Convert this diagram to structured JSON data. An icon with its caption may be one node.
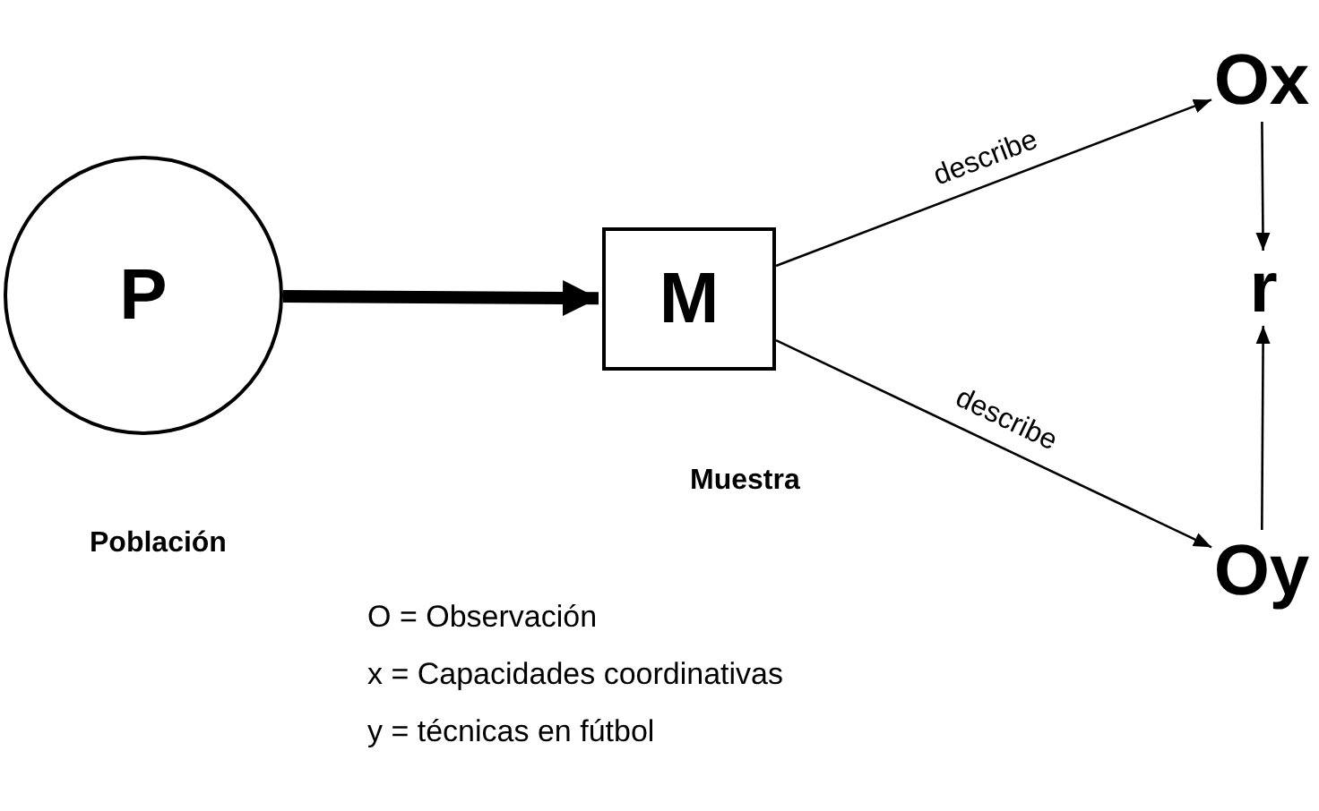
{
  "diagram": {
    "nodes": [
      {
        "text": [
          "P"
        ],
        "beside": [
          "Población"
        ]
      },
      {
        "text": [
          "M"
        ],
        "beside": [
          "Muestra"
        ]
      },
      {
        "text": [
          "Ox"
        ]
      },
      {
        "text": [
          "r"
        ]
      },
      {
        "text": [
          "Oy"
        ]
      }
    ],
    "edges": [
      {
        "from": 0,
        "to": 1,
        "arrow": "to",
        "style": "thick"
      },
      {
        "from": 1,
        "to": 2,
        "arrow": "to",
        "label": "describe"
      },
      {
        "from": 1,
        "to": 4,
        "arrow": "to",
        "label": "describe"
      },
      {
        "from": 2,
        "to": 3,
        "arrow": "to"
      },
      {
        "from": 4,
        "to": 3,
        "arrow": "to"
      }
    ],
    "labels": [
      "O = Observación",
      "x = Capacidades coordinativas",
      "y = técnicas en fútbol"
    ]
  }
}
